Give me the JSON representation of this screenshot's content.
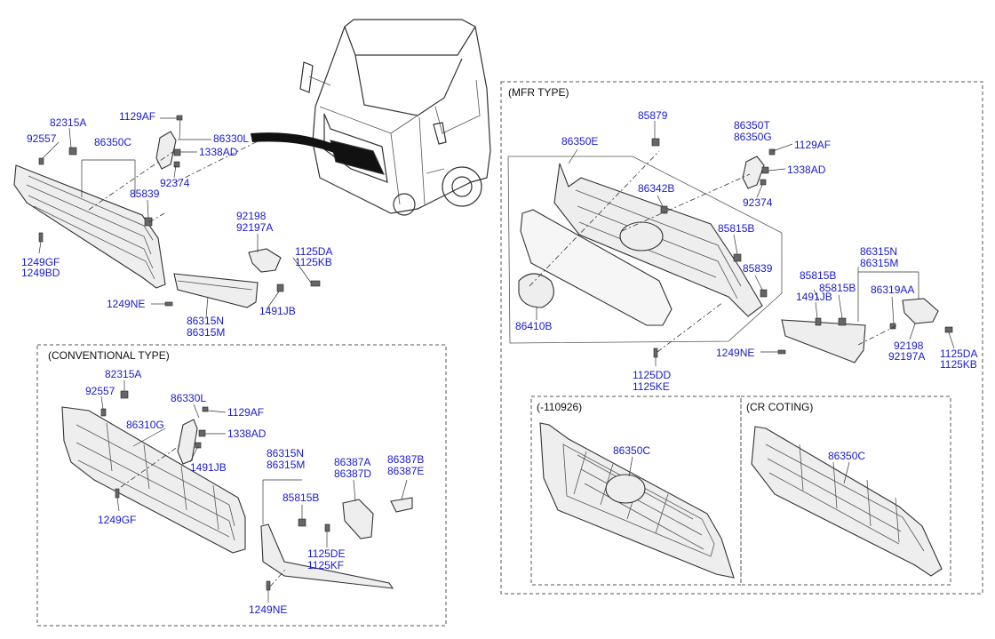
{
  "sections": {
    "conventional": "(CONVENTIONAL TYPE)",
    "mfr": "(MFR TYPE)",
    "early": "(-110926)",
    "cr": "(CR COTING)"
  },
  "labels": {
    "main": [
      "82315A",
      "92557",
      "86350C",
      "1129AF",
      "86330L",
      "1338AD",
      "92374",
      "85839",
      "1249GF",
      "1249BD",
      "92198",
      "92197A",
      "1125DA",
      "1125KB",
      "1249NE",
      "86315N",
      "86315M",
      "1491JB"
    ],
    "conventional": [
      "82315A",
      "92557",
      "86310G",
      "86330L",
      "1129AF",
      "1338AD",
      "1491JB",
      "1249GF",
      "86315N",
      "86315M",
      "85815B",
      "86387A",
      "86387D",
      "86387B",
      "86387E",
      "1125DE",
      "1125KF",
      "1249NE"
    ],
    "mfr": [
      "85879",
      "86350T",
      "86350G",
      "1129AF",
      "1338AD",
      "86350E",
      "86342B",
      "92374",
      "85815B",
      "85839",
      "86410B",
      "86315N",
      "86315M",
      "85815B",
      "85815B",
      "1491JB",
      "86319AA",
      "92198",
      "92197A",
      "1125DA",
      "1125KB",
      "1249NE",
      "1125DD",
      "1125KE"
    ],
    "early": [
      "86350C"
    ],
    "cr": [
      "86350C"
    ]
  }
}
